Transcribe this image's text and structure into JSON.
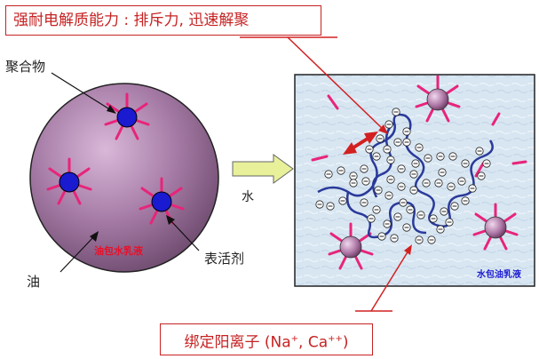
{
  "title_box": {
    "text": "强耐电解质能力 : 排斥力, 迅速解聚"
  },
  "bottom_box": {
    "text_main": "绑定阳离子 ",
    "paren_open": "(Na",
    "sup1": "+",
    "sep": ", Ca",
    "sup2": "++",
    "paren_close": ")"
  },
  "left_circle": {
    "label_polymer": "聚合物",
    "label_oil": "油",
    "label_surfactant": "表活剂",
    "inner_label": "油包水乳液"
  },
  "arrow_label": "水",
  "right_box": {
    "inner_label": "水包油乳液",
    "charge_symbol": "⊖"
  },
  "colors": {
    "title_red": "#c62222",
    "magenta_spoke": "#e8247a",
    "blue_core": "#1a1ad0",
    "circle_purple": "#9a6e9a",
    "chain_blue": "#2a3a9a",
    "water_bg": "#d8e6f2",
    "arrow_fill": "#e8f09a"
  }
}
